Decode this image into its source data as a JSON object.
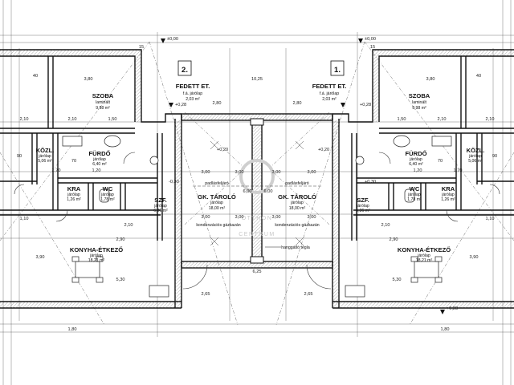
{
  "units": [
    {
      "number": "2.",
      "fedett": "FEDETT ET.",
      "fedett_sub": "f.á. járólap",
      "fedett_area": "2,03 m²"
    },
    {
      "number": "1.",
      "fedett": "FEDETT ET.",
      "fedett_sub": "f.á. járólap",
      "fedett_area": "2,03 m²"
    }
  ],
  "rooms": {
    "szoba_l": {
      "name": "SZOBA",
      "floor": "laminált",
      "area": "9,98 m²"
    },
    "szoba_r": {
      "name": "SZOBA",
      "floor": "laminált",
      "area": "9,98 m²"
    },
    "kozl_l": {
      "name": "KÖZL.",
      "floor": "járólap",
      "area": "5,06 m²"
    },
    "kozl_r": {
      "name": "KÖZL.",
      "floor": "járólap",
      "area": "5,06 m²"
    },
    "furdo_l": {
      "name": "FÜRDŐ",
      "floor": "járólap",
      "area": "6,40 m²"
    },
    "furdo_r": {
      "name": "FÜRDŐ",
      "floor": "járólap",
      "area": "6,40 m²"
    },
    "kra_l": {
      "name": "KRA",
      "floor": "járólap",
      "area": "1,26 m²"
    },
    "kra_r": {
      "name": "KRA",
      "floor": "járólap",
      "area": "1,26 m²"
    },
    "wc_l": {
      "name": "WC",
      "floor": "járólap",
      "area": "1,78 m²"
    },
    "wc_r": {
      "name": "WC",
      "floor": "járólap",
      "area": "1,78 m²"
    },
    "szf_l": {
      "name": "SZF.",
      "floor": "járólap",
      "area": "6,36 m²"
    },
    "szf_r": {
      "name": "SZF.",
      "floor": "járólap",
      "area": "6,36 m²"
    },
    "taro_l": {
      "name": "GK. TÁROLÓ",
      "floor": "járólap",
      "area": "18,00 m²"
    },
    "taro_r": {
      "name": "GK. TÁROLÓ",
      "floor": "járólap",
      "area": "18,00 m²"
    },
    "konyha_l": {
      "name": "KONYHA-ÉTKEZŐ",
      "floor": "járólap",
      "area": "18,21 m²"
    },
    "konyha_r": {
      "name": "KONYHA-ÉTKEZŐ",
      "floor": "járólap",
      "area": "18,21 m²"
    }
  },
  "notes": {
    "padlas": "padlásfeljáró",
    "kondenz": "kondenzációs gázkazán",
    "hanggato": "hanggátló tégla",
    "watermark_1": "OTTHON",
    "watermark_2": "CENTRUM"
  },
  "levels": [
    "±0,00",
    "+0,28",
    "+0,20",
    "-0,30",
    "+0,30",
    "-0,28"
  ],
  "dims": {
    "top_mid": "10,25",
    "d380": "3,80",
    "d150": "1,50",
    "d290": "2,90",
    "d210": "2,10",
    "d300": "3,00",
    "d600": "6,00",
    "d390": "3,90",
    "d530": "5,30",
    "d110": "1,10",
    "d180": "1,80",
    "d280": "2,80",
    "d120": "1,20",
    "d170": "1,70",
    "d070": "70",
    "d015": "15",
    "d040": "40",
    "d090": "90",
    "d625": "6,25",
    "d265": "2,65"
  },
  "colors": {
    "line": "#111111",
    "thin": "#555555",
    "hatch": "#888888",
    "watermark": "#c8c8c8"
  }
}
